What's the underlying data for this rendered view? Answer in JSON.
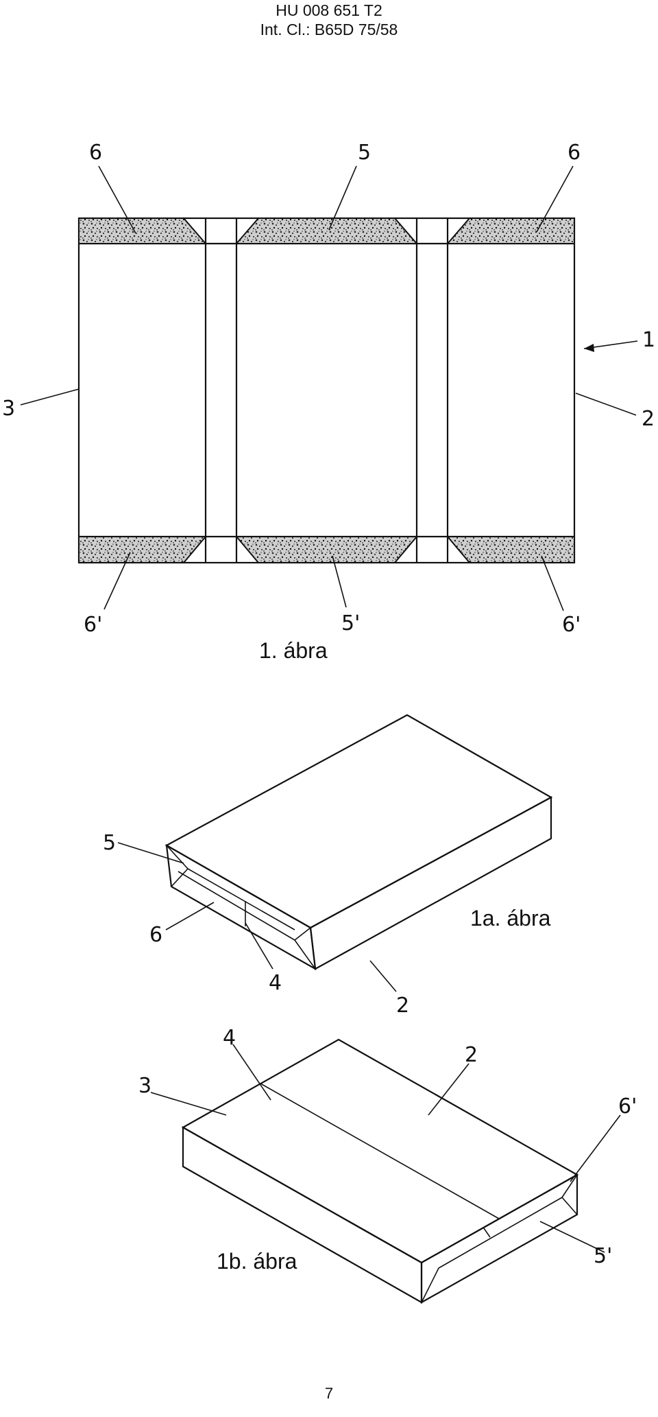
{
  "header": {
    "doc_number": "HU 008 651 T2",
    "classification": "Int. Cl.: B65D 75/58"
  },
  "figures": {
    "fig1_caption": "1. ábra",
    "fig1a_caption": "1a. ábra",
    "fig1b_caption": "1b. ábra"
  },
  "references": {
    "fig1": {
      "top_left": "6",
      "top_mid": "5",
      "top_right": "6",
      "arrow_right": "1",
      "right": "2",
      "left": "3",
      "bottom_left": "6'",
      "bottom_mid": "5'",
      "bottom_right": "6'"
    },
    "fig1a": {
      "r5": "5",
      "r6": "6",
      "r4": "4",
      "r2": "2"
    },
    "fig1b": {
      "r4": "4",
      "r3": "3",
      "r2": "2",
      "r6p": "6'",
      "r5p": "5'"
    }
  },
  "page_number": "7"
}
